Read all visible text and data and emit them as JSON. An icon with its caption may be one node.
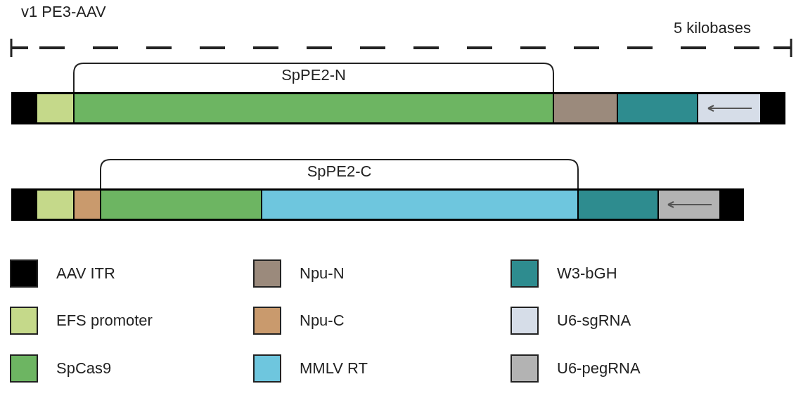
{
  "diagram": {
    "title": "v1 PE3-AAV",
    "labels": [
      "5 kilobases",
      "SpPE2-N",
      "SpPE2-C"
    ],
    "legend": [
      {
        "text": "AAV ITR",
        "color": "#000000"
      },
      {
        "text": "EFS promoter",
        "color": "#c5d98a"
      },
      {
        "text": "SpCas9",
        "color": "#6db562"
      },
      {
        "text": "Npu-N",
        "color": "#9b8a7c"
      },
      {
        "text": "Npu-C",
        "color": "#c99a6d"
      },
      {
        "text": "MMLV RT",
        "color": "#6ec6de"
      },
      {
        "text": "W3-bGH",
        "color": "#2e8c8f"
      },
      {
        "text": "U6-sgRNA",
        "color": "#d6dde8"
      },
      {
        "text": "U6-pegRNA",
        "color": "#b3b3b3"
      }
    ]
  }
}
